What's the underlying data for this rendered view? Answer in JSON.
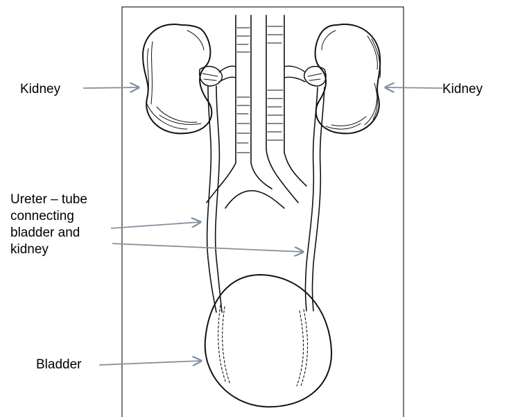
{
  "labels": {
    "kidney_left": "Kidney",
    "kidney_right": "Kidney",
    "ureter_lines": [
      "Ureter – tube",
      "connecting",
      "bladder and",
      "kidney"
    ],
    "bladder": "Bladder"
  },
  "colors": {
    "arrow": "#8390a0",
    "drawing": "#111111",
    "frame": "#222222",
    "background": "#ffffff"
  }
}
